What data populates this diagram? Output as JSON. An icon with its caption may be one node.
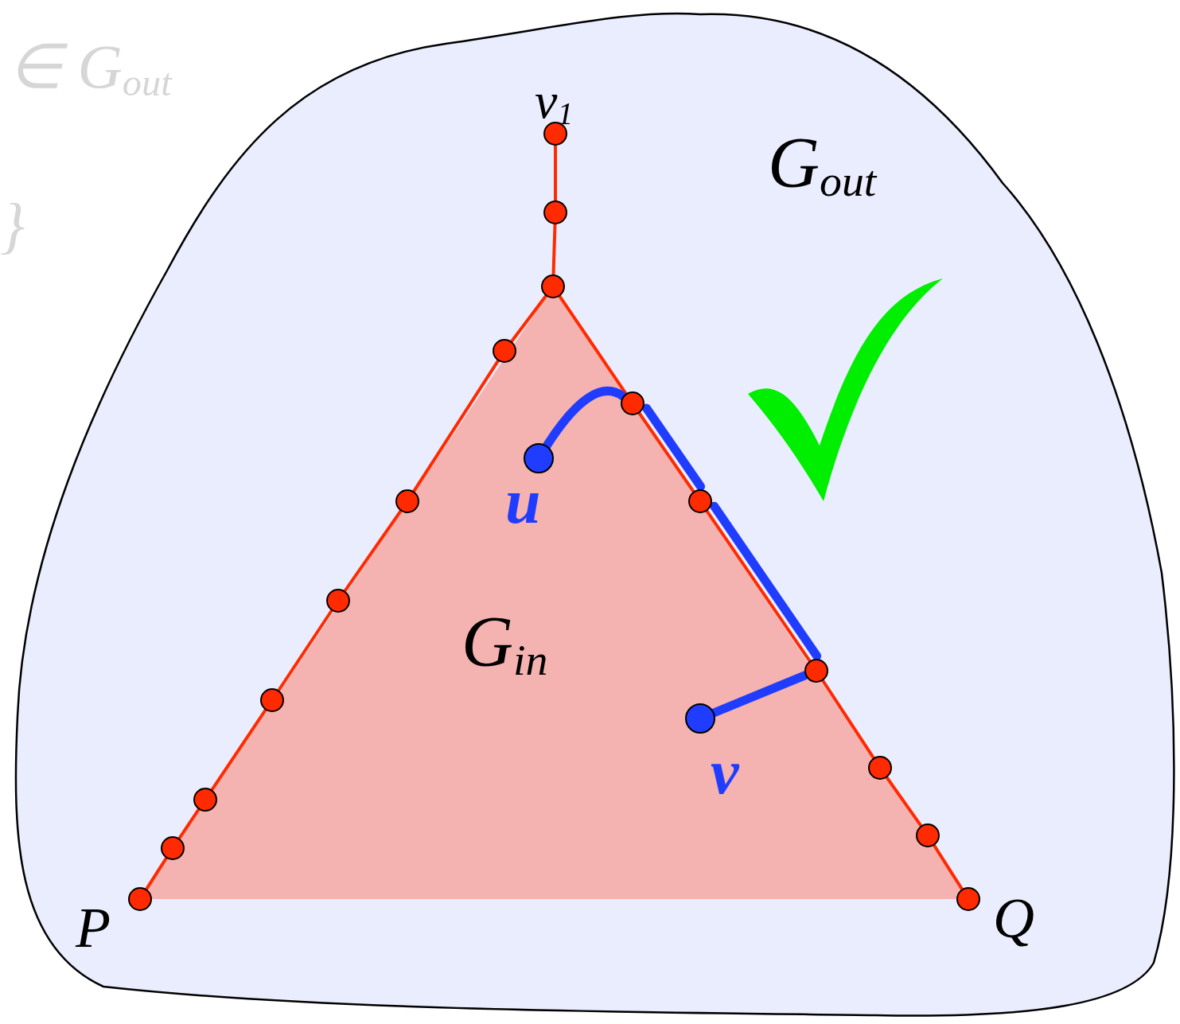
{
  "diagram": {
    "nodes": [
      {
        "text": [
          "G$_{out}$"
        ]
      },
      {
        "text": [
          "G$_{in}$"
        ],
        "in": 0
      },
      {
        "text": [],
        "shape": "circle",
        "in": 0,
        "beside": [
          "v$_{1}$"
        ]
      },
      {
        "text": [],
        "shape": "circle",
        "in": 0
      },
      {
        "text": [],
        "shape": "circle",
        "in": 0
      },
      {
        "text": [],
        "shape": "circle",
        "in": 0
      },
      {
        "text": [],
        "shape": "circle",
        "in": 0
      },
      {
        "text": [],
        "shape": "circle",
        "in": 1,
        "beside": [
          "u"
        ]
      },
      {
        "text": [],
        "shape": "circle",
        "in": 0
      },
      {
        "text": [],
        "shape": "circle",
        "in": 0
      },
      {
        "text": [],
        "shape": "circle",
        "in": 0
      },
      {
        "text": [],
        "shape": "circle",
        "in": 0
      },
      {
        "text": [],
        "shape": "circle",
        "in": 0
      },
      {
        "text": [],
        "shape": "circle",
        "in": 1,
        "beside": [
          "v"
        ]
      },
      {
        "text": [],
        "shape": "circle",
        "in": 0
      },
      {
        "text": [],
        "shape": "circle",
        "in": 0
      },
      {
        "text": [],
        "shape": "circle",
        "in": 0
      },
      {
        "text": [],
        "shape": "circle",
        "in": 0
      },
      {
        "text": [],
        "shape": "circle",
        "in": 0,
        "beside": [
          "P"
        ]
      },
      {
        "text": [],
        "shape": "circle",
        "in": 0,
        "beside": [
          "Q"
        ]
      }
    ],
    "edges": [
      {
        "from": 2,
        "to": 3,
        "arrow": "none"
      },
      {
        "from": 3,
        "to": 4,
        "arrow": "none"
      },
      {
        "from": 4,
        "to": 5,
        "arrow": "none"
      },
      {
        "from": 5,
        "to": 8,
        "arrow": "none"
      },
      {
        "from": 8,
        "to": 10,
        "arrow": "none"
      },
      {
        "from": 10,
        "to": 12,
        "arrow": "none"
      },
      {
        "from": 12,
        "to": 15,
        "arrow": "none"
      },
      {
        "from": 15,
        "to": 17,
        "arrow": "none"
      },
      {
        "from": 17,
        "to": 18,
        "arrow": "none"
      },
      {
        "from": 4,
        "to": 6,
        "arrow": "none"
      },
      {
        "from": 6,
        "to": 9,
        "arrow": "none"
      },
      {
        "from": 9,
        "to": 11,
        "arrow": "none"
      },
      {
        "from": 11,
        "to": 14,
        "arrow": "none"
      },
      {
        "from": 14,
        "to": 16,
        "arrow": "none"
      },
      {
        "from": 16,
        "to": 19,
        "arrow": "none"
      },
      {
        "from": 7,
        "to": 6,
        "arrow": "none",
        "style": "thick",
        "color": "#1f3cff"
      },
      {
        "from": 6,
        "to": 9,
        "arrow": "none",
        "style": "thick",
        "color": "#1f3cff"
      },
      {
        "from": 9,
        "to": 11,
        "arrow": "none",
        "style": "thick",
        "color": "#1f3cff"
      },
      {
        "from": 11,
        "to": 13,
        "arrow": "none",
        "style": "thick",
        "color": "#1f3cff"
      }
    ],
    "labels": [
      "∈ G$_{out}$",
      "}"
    ]
  }
}
